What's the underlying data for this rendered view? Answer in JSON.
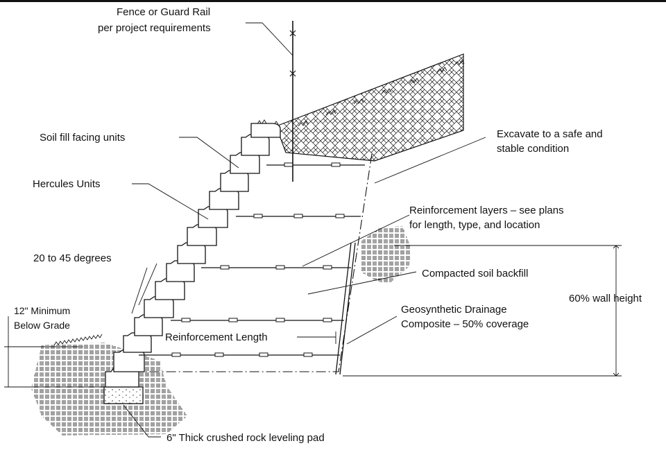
{
  "labels": {
    "fence": [
      "Fence or Guard Rail",
      "per project requirements"
    ],
    "excavate": [
      "Excavate to a safe and",
      "stable condition"
    ],
    "soil_fill": "Soil fill facing units",
    "hercules": "Hercules Units",
    "reinforcement_layers": [
      "Reinforcement layers – see plans",
      "for length, type, and location"
    ],
    "degrees": "20 to 45 degrees",
    "compacted": "Compacted soil backfill",
    "wall_height": "60% wall height",
    "below_grade": [
      "12\" Minimum",
      "Below Grade"
    ],
    "drainage": [
      "Geosynthetic Drainage",
      "Composite – 50% coverage"
    ],
    "reinforcement_length": "Reinforcement Length",
    "leveling_pad": "6\" Thick crushed rock leveling pad"
  }
}
